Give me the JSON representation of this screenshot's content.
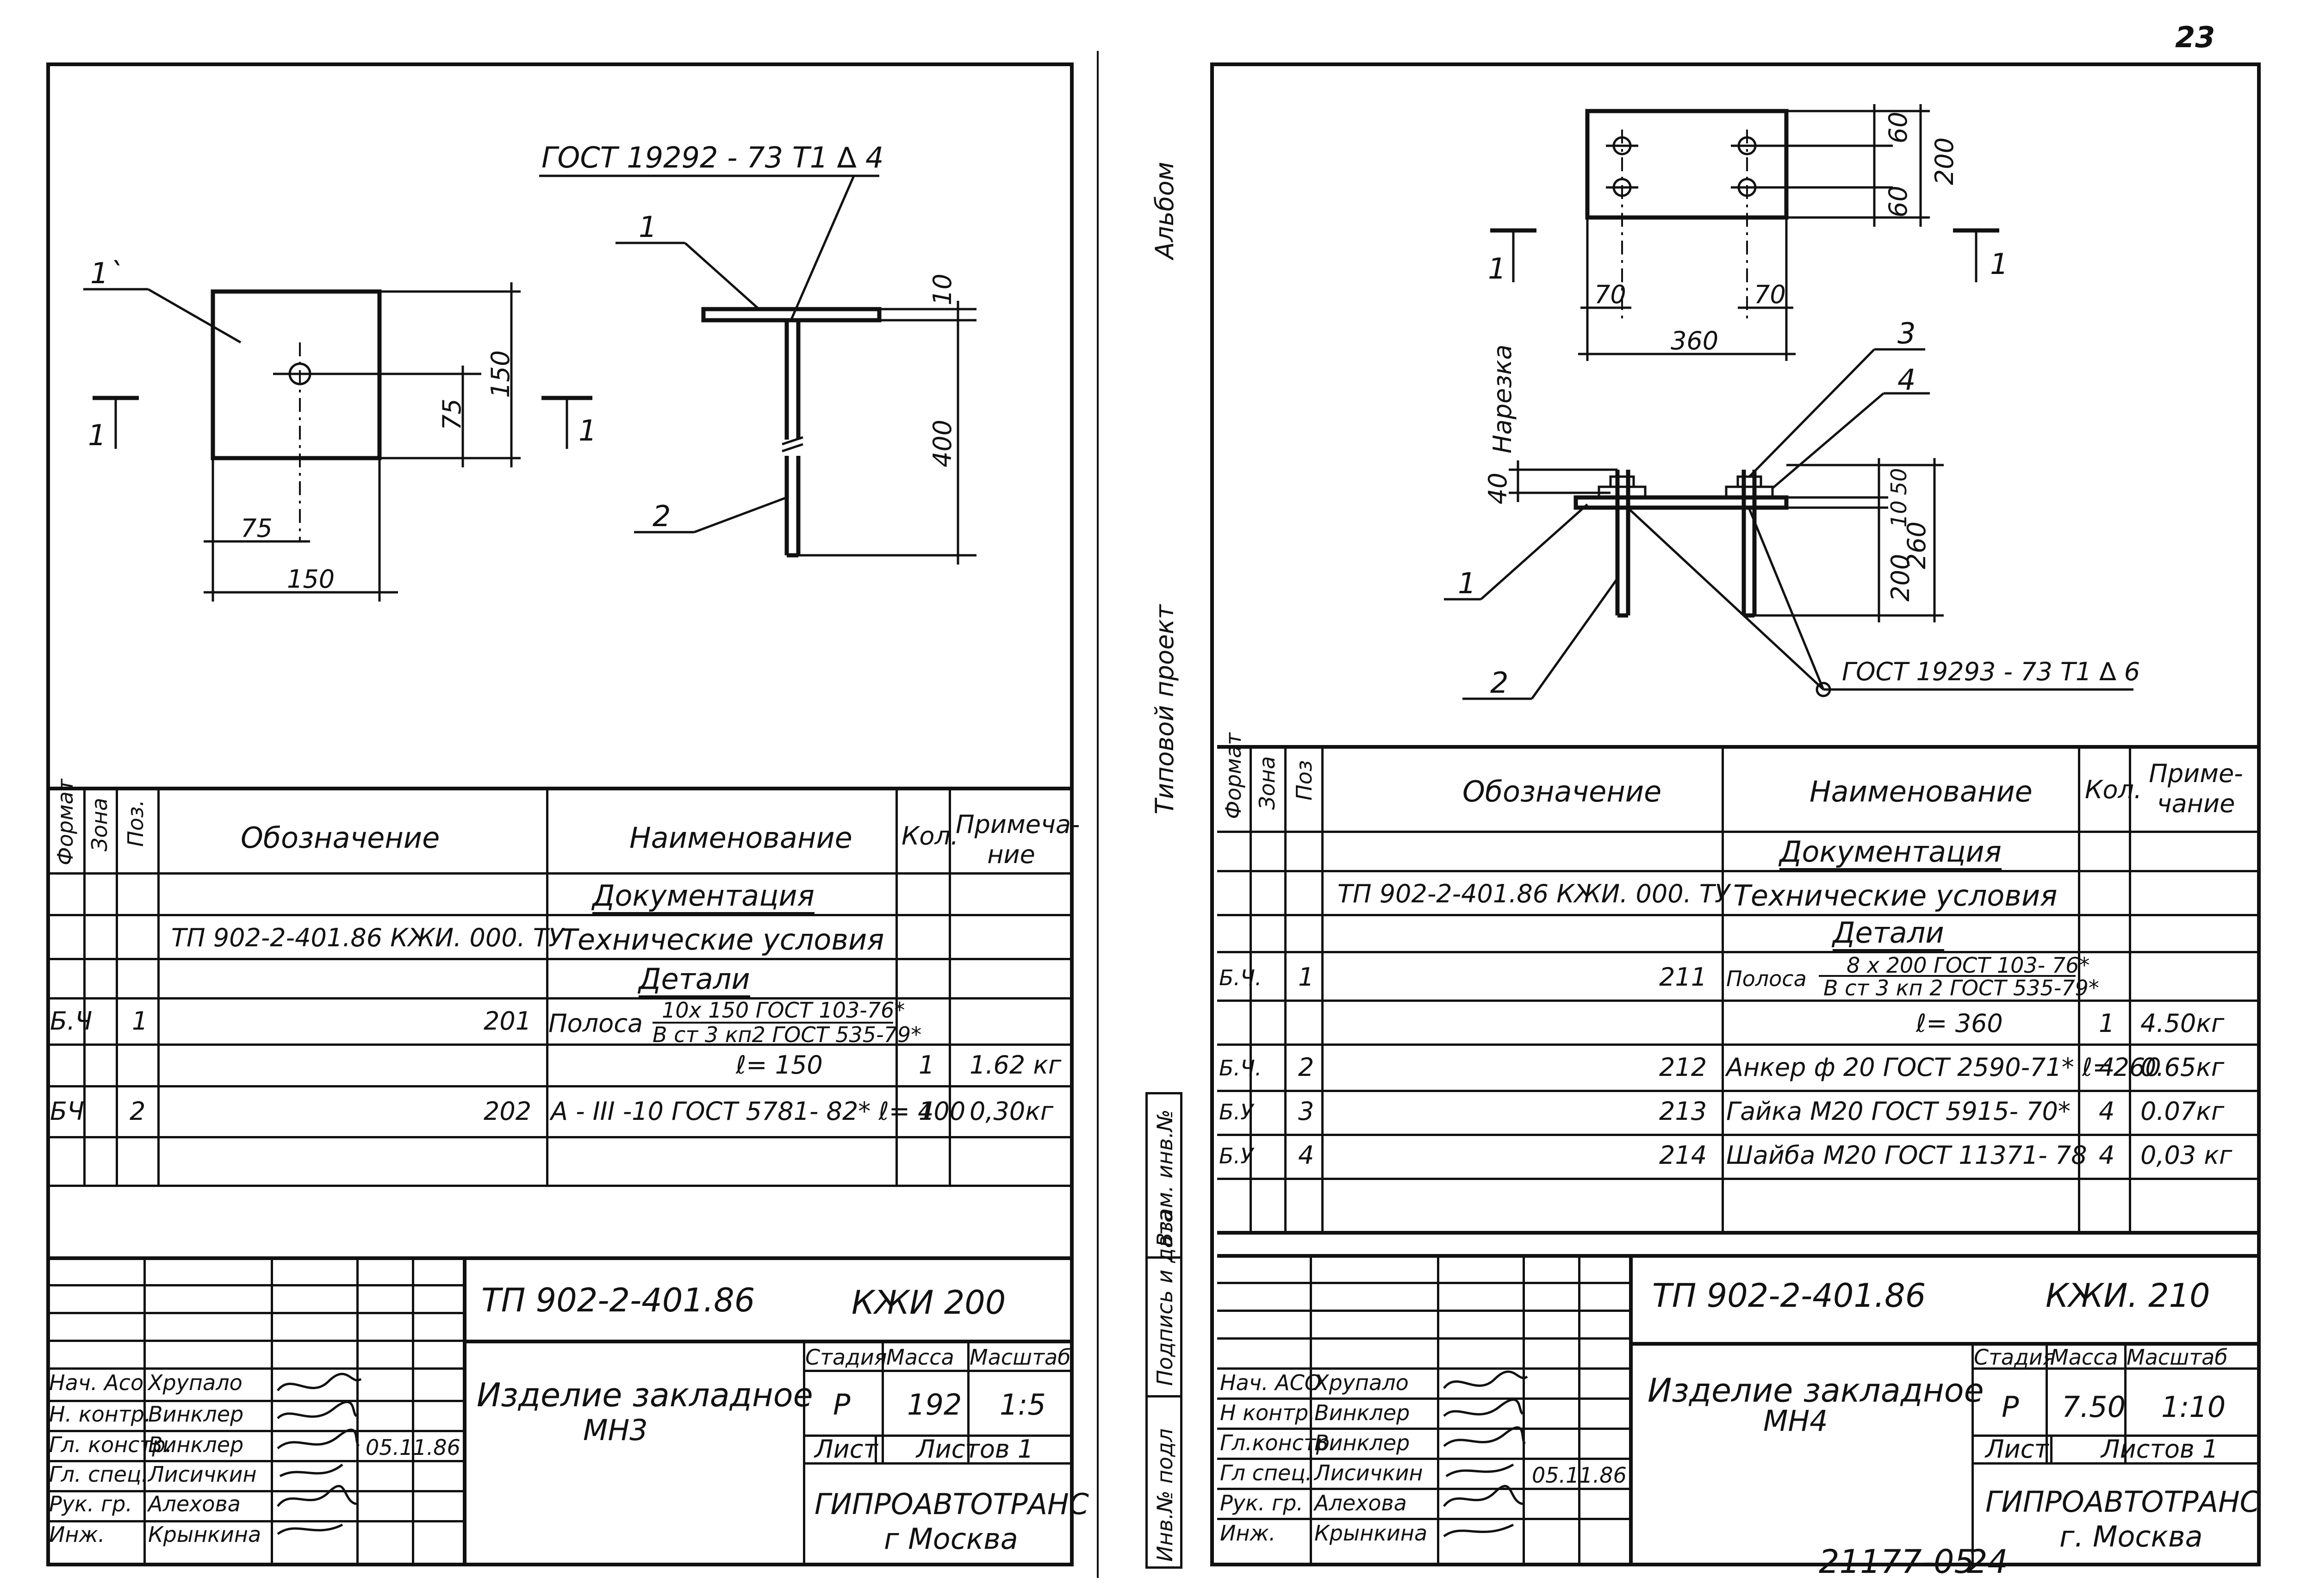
{
  "page_number": "23",
  "inventory_number": "21177-05",
  "inventory_suffix": "24",
  "margin_album": "Альбом",
  "margin_project": "Типовой проект",
  "side_stamp": [
    "Инв.№ подл",
    "Подпись и дата",
    "Взам. инв.№"
  ],
  "left_sheet": {
    "drawing": {
      "gost_note": "ГОСТ 19292 - 73   Т1 ∆ 4",
      "pos_plate": "1`",
      "pos_1": "1",
      "pos_2": "2",
      "section_left": "1",
      "section_right": "1",
      "dim_75_h": "75",
      "dim_150_h": "150",
      "dim_75_v": "75",
      "dim_150_v": "150",
      "dim_10": "10",
      "dim_400": "400"
    },
    "spec_headers": {
      "format": "Формат",
      "zone": "Зона",
      "pos": "Поз.",
      "designation": "Обозначение",
      "name": "Наименование",
      "qty": "Кол.",
      "note": "Примеча-ние"
    },
    "spec_rows": [
      {
        "format": "",
        "pos": "",
        "designation": "",
        "name": "Документация",
        "qty": "",
        "note": "",
        "heading": true
      },
      {
        "format": "",
        "pos": "",
        "designation": "ТП 902-2-401.86  КЖИ. 000. ТУ",
        "name": "Технические  условия",
        "qty": "",
        "note": ""
      },
      {
        "format": "",
        "pos": "",
        "designation": "",
        "name": "Детали",
        "qty": "",
        "note": "",
        "heading": true
      },
      {
        "format": "Б.Ч",
        "pos": "1",
        "designation": "201",
        "name": "Полоса",
        "fraction_top": "10х 150 ГОСТ 103-76*",
        "fraction_bottom": "В ст 3 кп2 ГОСТ 535-79*",
        "qty": "",
        "note": ""
      },
      {
        "format": "",
        "pos": "",
        "designation": "",
        "name": "ℓ= 150",
        "qty": "1",
        "note": "1.62 кг"
      },
      {
        "format": "БЧ",
        "pos": "2",
        "designation": "202",
        "name": "А - III -10  ГОСТ 5781- 82* ℓ= 400",
        "qty": "1",
        "note": "0,30кг"
      },
      {
        "format": "",
        "pos": "",
        "designation": "",
        "name": "",
        "qty": "",
        "note": ""
      }
    ],
    "title_block": {
      "doc_code": "ТП 902-2-401.86",
      "sheet_code": "КЖИ 200",
      "product_title": "Изделие  закладное",
      "product_mark": "МН3",
      "stage_label": "Стадия",
      "mass_label": "Масса",
      "scale_label": "Масштаб",
      "stage": "Р",
      "mass": "192",
      "scale": "1:5",
      "sheet_label": "Лист",
      "sheets_label": "Листов 1",
      "org": "ГИПРОАВТОТРАНС",
      "city": "г  Москва",
      "date": "05.11.86",
      "signers": [
        {
          "role": "Нач. Асо",
          "name": "Хрупало"
        },
        {
          "role": "Н. контр.",
          "name": "Винклер"
        },
        {
          "role": "Гл. констр.",
          "name": "Винклер"
        },
        {
          "role": "Гл. спец.",
          "name": "Лисичкин"
        },
        {
          "role": "Рук. гр.",
          "name": "Алехова"
        },
        {
          "role": "Инж.",
          "name": "Крынкина"
        }
      ]
    }
  },
  "right_sheet": {
    "drawing": {
      "dim_60a": "60",
      "dim_60b": "60",
      "dim_200": "200",
      "dim_70a": "70",
      "dim_70b": "70",
      "dim_360": "360",
      "section_left": "1",
      "section_right": "1",
      "pos_1": "1",
      "pos_2": "2",
      "pos_3": "3",
      "pos_4": "4",
      "thread_label": "Нарезка",
      "dim_40": "40",
      "dim_50": "50",
      "dim_10": "10",
      "dim_200v": "200",
      "dim_260": "260",
      "gost_note": "ГОСТ  19293 - 73 Т1 ∆ 6"
    },
    "spec_headers": {
      "format": "Формат",
      "zone": "Зона",
      "pos": "Поз",
      "designation": "Обозначение",
      "name": "Наименование",
      "qty": "Кол.",
      "note": "Приме-чание"
    },
    "spec_rows": [
      {
        "format": "",
        "pos": "",
        "designation": "",
        "name": "Документация",
        "qty": "",
        "note": "",
        "heading": true
      },
      {
        "format": "",
        "pos": "",
        "designation": "ТП 902-2-401.86  КЖИ. 000. ТУ",
        "name": "Технические  условия",
        "qty": "",
        "note": ""
      },
      {
        "format": "",
        "pos": "",
        "designation": "",
        "name": "Детали",
        "qty": "",
        "note": "",
        "heading": true
      },
      {
        "format": "Б.Ч.",
        "pos": "1",
        "designation": "211",
        "name": "Полоса",
        "fraction_top": "8 х 200 ГОСТ 103- 76*",
        "fraction_bottom": "В ст 3 кп 2 ГОСТ 535-79*",
        "qty": "",
        "note": ""
      },
      {
        "format": "",
        "pos": "",
        "designation": "",
        "name": "ℓ= 360",
        "qty": "1",
        "note": "4.50кг"
      },
      {
        "format": "Б.Ч.",
        "pos": "2",
        "designation": "212",
        "name": "Анкер ф 20 ГОСТ 2590-71* ℓ=260",
        "qty": "4",
        "note": "0.65кг"
      },
      {
        "format": "Б.У",
        "pos": "3",
        "designation": "213",
        "name": "Гайка М20 ГОСТ 5915- 70*",
        "qty": "4",
        "note": "0.07кг"
      },
      {
        "format": "Б.У",
        "pos": "4",
        "designation": "214",
        "name": "Шайба М20 ГОСТ 11371- 78",
        "qty": "4",
        "note": "0,03 кг"
      }
    ],
    "title_block": {
      "doc_code": "ТП 902-2-401.86",
      "sheet_code": "КЖИ. 210",
      "product_title": "Изделие  закладное",
      "product_mark": "МН4",
      "stage_label": "Стадия",
      "mass_label": "Масса",
      "scale_label": "Масштаб",
      "stage": "Р",
      "mass": "7.50",
      "scale": "1:10",
      "sheet_label": "Лист",
      "sheets_label": "Листов 1",
      "org": "ГИПРОАВТОТРАНС",
      "city": "г. Москва",
      "date": "05.11.86",
      "signers": [
        {
          "role": "Нач. АСО",
          "name": "Хрупало"
        },
        {
          "role": "Н контр.",
          "name": "Винклер"
        },
        {
          "role": "Гл.констр.",
          "name": "Винклер"
        },
        {
          "role": "Гл спец.",
          "name": "Лисичкин"
        },
        {
          "role": "Рук. гр.",
          "name": "Алехова"
        },
        {
          "role": "Инж.",
          "name": "Крынкина"
        }
      ]
    }
  }
}
